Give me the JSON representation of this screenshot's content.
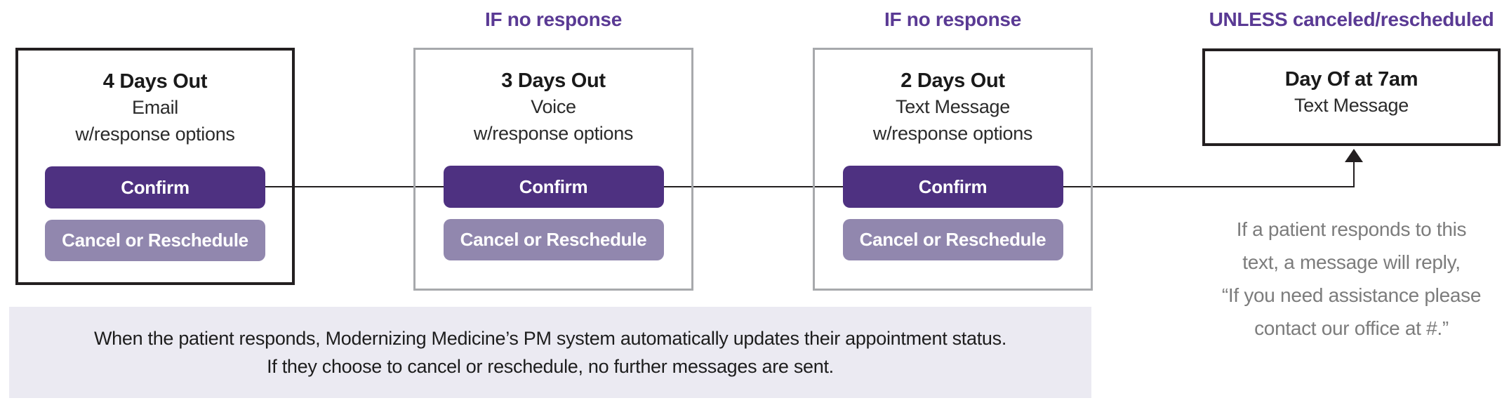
{
  "colors": {
    "accent_dark_purple": "#4e3181",
    "accent_light_purple": "#9187ae",
    "header_purple": "#5a3a94",
    "box_border_black": "#231f20",
    "box_border_gray": "#a7a9ac",
    "note_gray_text": "#7c7c7c",
    "banner_background": "#ebeaf2"
  },
  "steps": [
    {
      "title": "4 Days Out",
      "line1": "Email",
      "line2": "w/response options",
      "confirm_label": "Confirm",
      "cancel_label": "Cancel or Reschedule"
    },
    {
      "header": "IF no response",
      "title": "3 Days Out",
      "line1": "Voice",
      "line2": "w/response options",
      "confirm_label": "Confirm",
      "cancel_label": "Cancel or Reschedule"
    },
    {
      "header": "IF no response",
      "title": "2 Days Out",
      "line1": "Text Message",
      "line2": "w/response options",
      "confirm_label": "Confirm",
      "cancel_label": "Cancel or Reschedule"
    },
    {
      "header": "UNLESS canceled/rescheduled",
      "title": "Day Of at 7am",
      "line1": "Text Message"
    }
  ],
  "side_note": {
    "line1": "If a patient responds to this",
    "line2": "text, a message will reply,",
    "line3": "“If you need assistance please",
    "line4": "contact our office at #.”"
  },
  "banner": {
    "line1": "When the patient responds, Modernizing Medicine’s PM system automatically updates their appointment status.",
    "line2": "If they choose to cancel or reschedule, no further messages are sent."
  }
}
